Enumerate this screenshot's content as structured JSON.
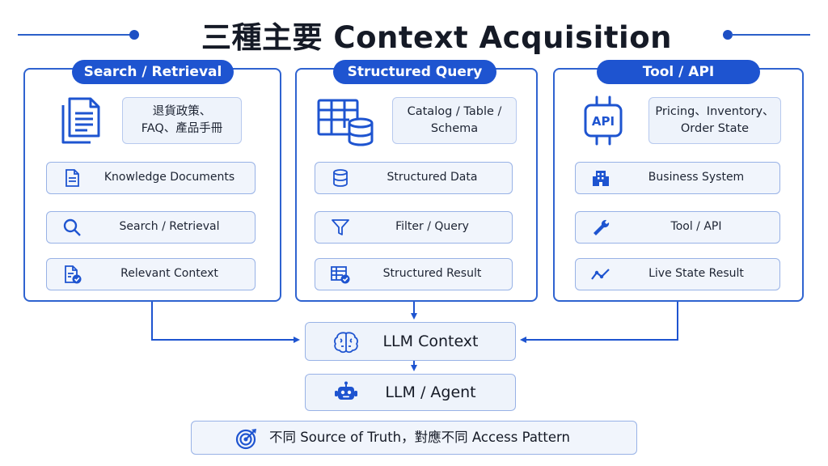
{
  "header": {
    "title": "三種主要 Context Acquisition Pattern"
  },
  "columns": [
    {
      "label": "Search / Retrieval",
      "summary_line1": "退貨政策、",
      "summary_line2": "FAQ、產品手冊",
      "big_icon": "documents-icon",
      "steps": [
        {
          "label": "Knowledge Documents",
          "icon": "document-icon"
        },
        {
          "label": "Search / Retrieval",
          "icon": "magnifier-icon"
        },
        {
          "label": "Relevant Context",
          "icon": "document-check-icon"
        }
      ]
    },
    {
      "label": "Structured Query",
      "summary_line1": "Catalog / Table /",
      "summary_line2": "Schema",
      "big_icon": "table-database-icon",
      "steps": [
        {
          "label": "Structured Data",
          "icon": "database-icon"
        },
        {
          "label": "Filter / Query",
          "icon": "funnel-icon"
        },
        {
          "label": "Structured Result",
          "icon": "table-check-icon"
        }
      ]
    },
    {
      "label": "Tool / API",
      "summary_line1": "Pricing、Inventory、",
      "summary_line2": "Order State",
      "big_icon": "api-chip-icon",
      "big_icon_text": "API",
      "steps": [
        {
          "label": "Business System",
          "icon": "building-icon"
        },
        {
          "label": "Tool / API",
          "icon": "wrench-icon"
        },
        {
          "label": "Live State Result",
          "icon": "trend-line-icon"
        }
      ]
    }
  ],
  "llm_context": {
    "label": "LLM Context",
    "icon": "brain-icon"
  },
  "llm_agent": {
    "label": "LLM / Agent",
    "icon": "robot-icon"
  },
  "footer": {
    "label": "不同 Source of Truth，對應不同 Access Pattern",
    "icon": "target-icon"
  },
  "colors": {
    "accent": "#1e54d0",
    "box_fill": "#f1f5fc",
    "box_border": "#98b2e6",
    "title": "#151a26"
  }
}
